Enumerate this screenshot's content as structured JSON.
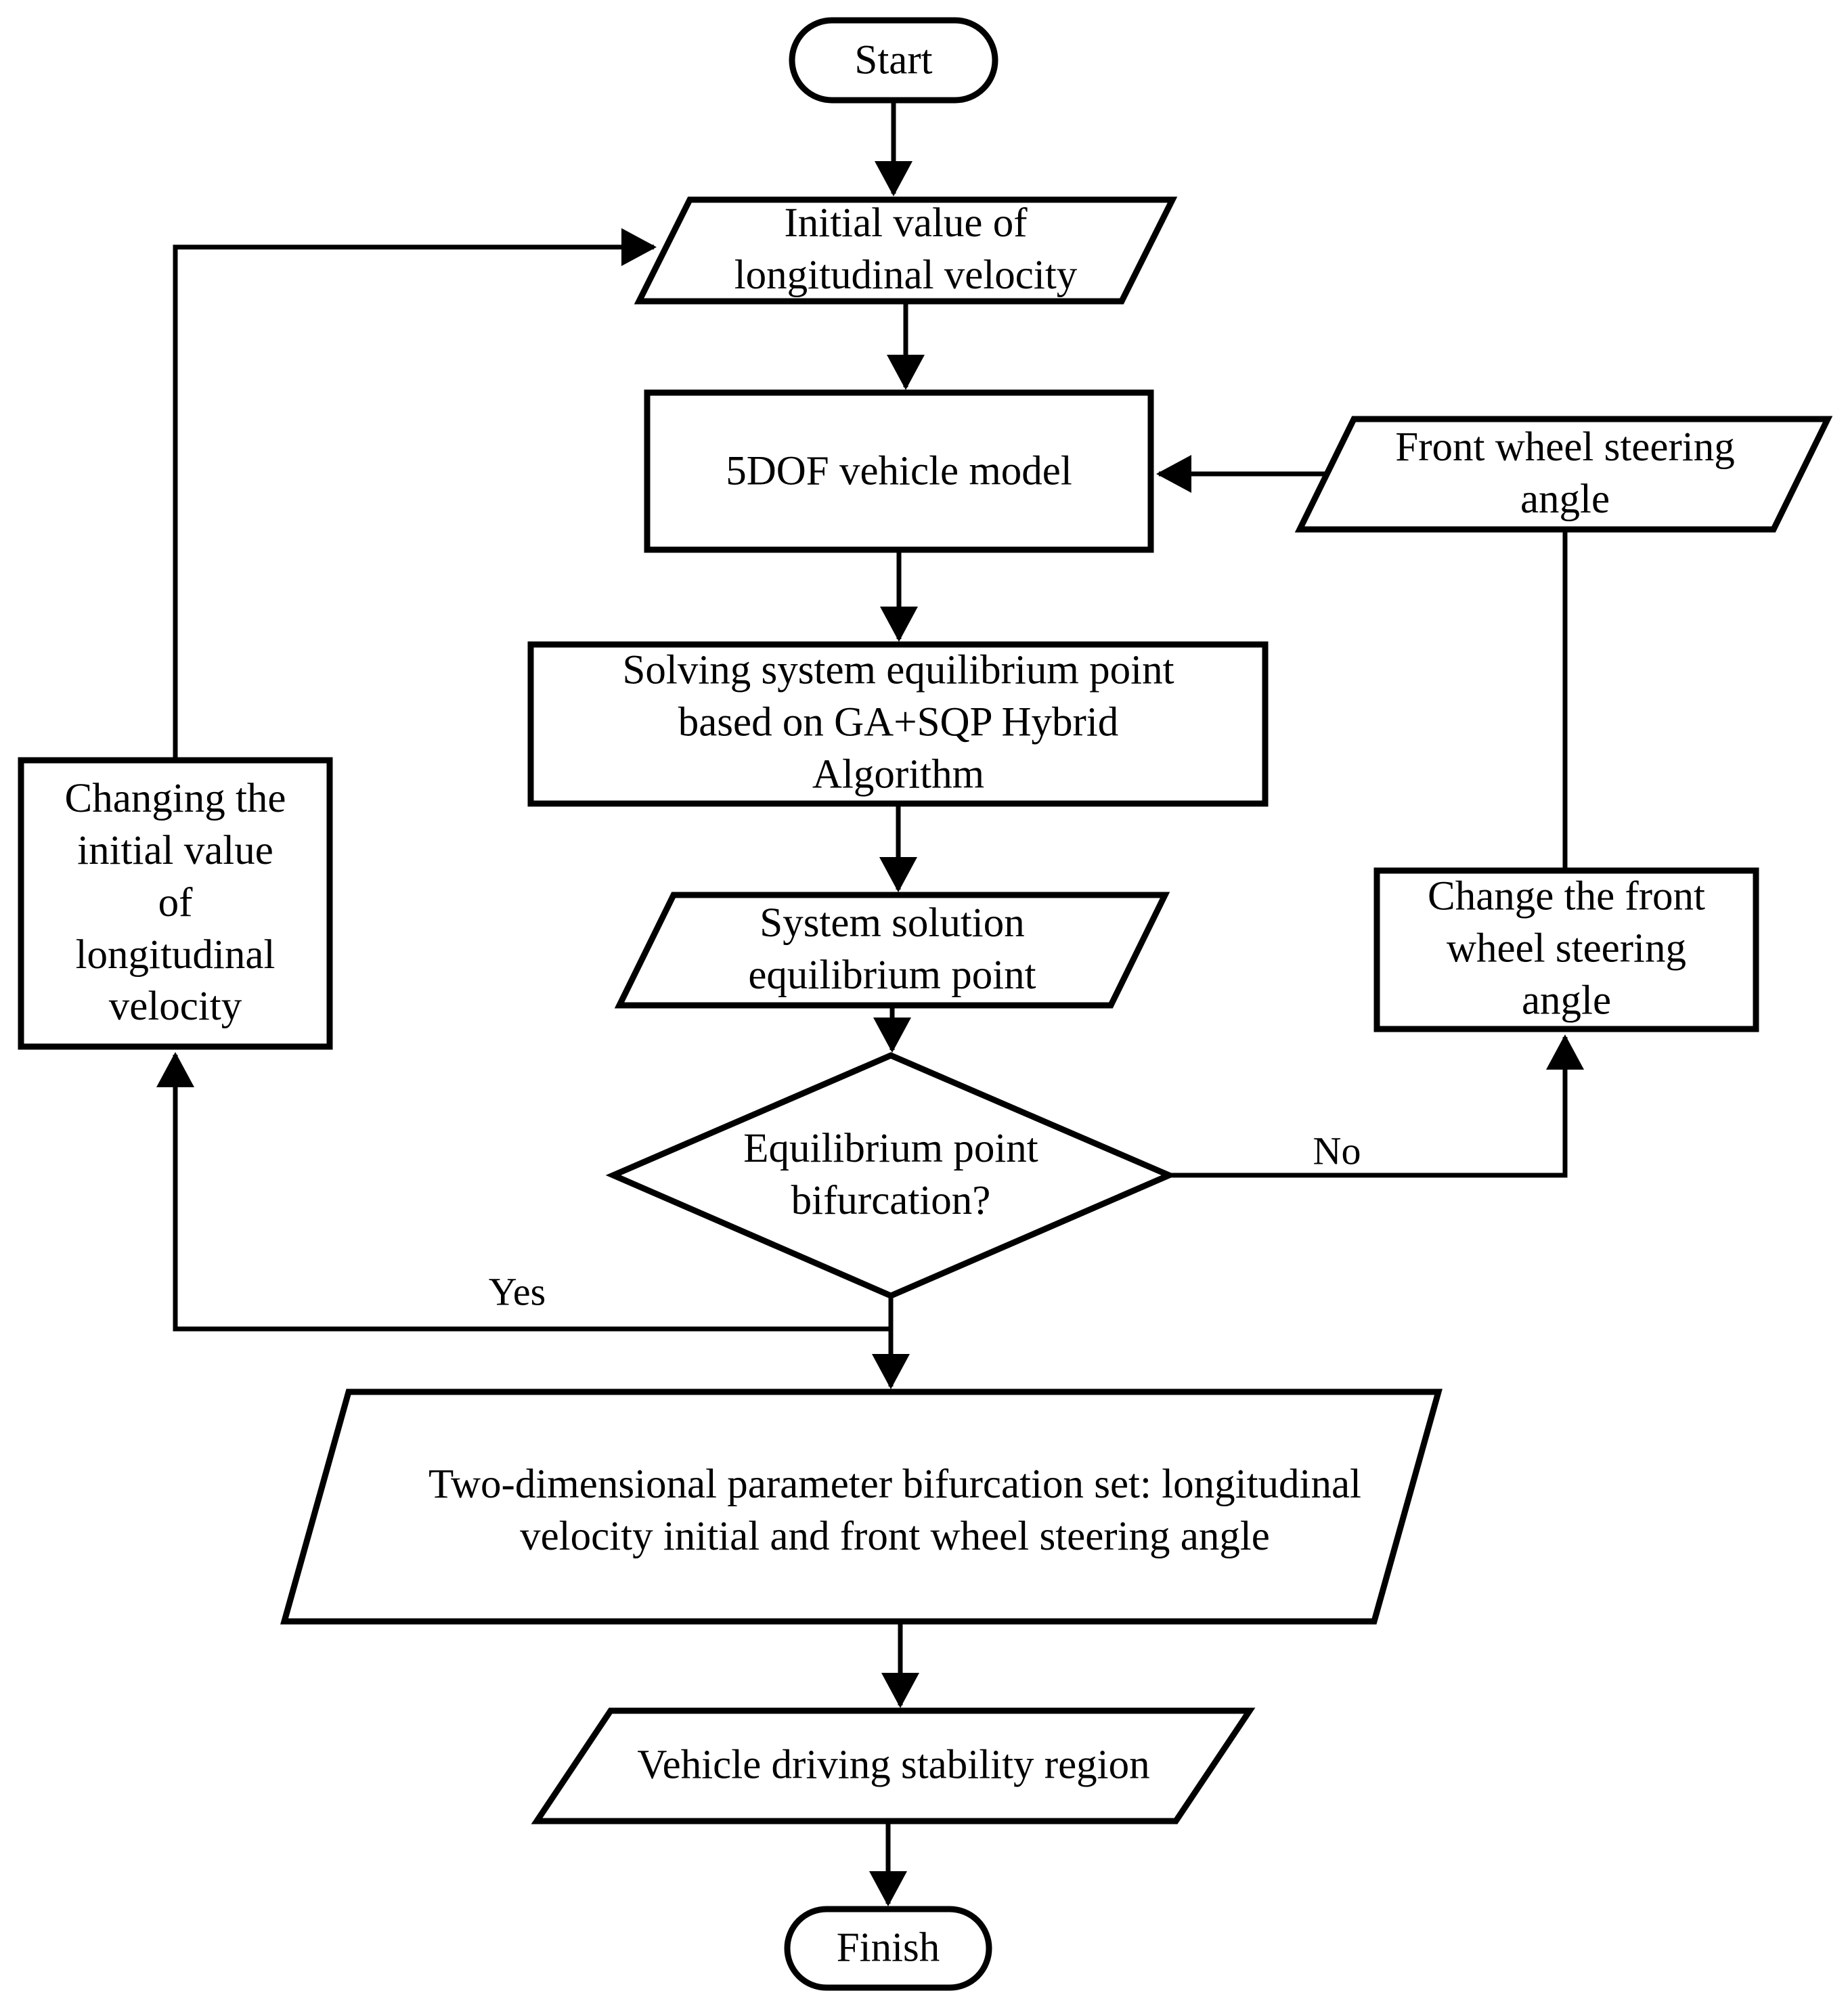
{
  "page": {
    "background_color": "#ffffff",
    "ink_color": "#000000"
  },
  "flowchart": {
    "nodes": {
      "start": {
        "shape": "terminator",
        "label": "Start"
      },
      "initial_velocity": {
        "shape": "data",
        "label": "Initial value of\nlongitudinal velocity"
      },
      "vehicle_model": {
        "shape": "process",
        "label": "5DOF vehicle model"
      },
      "front_wheel_angle": {
        "shape": "data",
        "label": "Front wheel steering\nangle"
      },
      "solve_equilibrium": {
        "shape": "process",
        "label": "Solving system equilibrium point\nbased on GA+SQP Hybrid\nAlgorithm"
      },
      "system_solution": {
        "shape": "data",
        "label": "System solution\nequilibrium point"
      },
      "bifurcation_decision": {
        "shape": "decision",
        "label": "Equilibrium point\nbifurcation?"
      },
      "change_velocity": {
        "shape": "process",
        "label": "Changing the\ninitial value\nof\nlongitudinal\nvelocity"
      },
      "change_steering": {
        "shape": "process",
        "label": "Change the front\nwheel steering\nangle"
      },
      "bifurcation_set": {
        "shape": "data",
        "label": "Two-dimensional parameter bifurcation set: longitudinal\nvelocity initial and front wheel steering angle"
      },
      "stability_region": {
        "shape": "data",
        "label": "Vehicle driving stability region"
      },
      "finish": {
        "shape": "terminator",
        "label": "Finish"
      }
    },
    "edges": {
      "start_to_initial": {
        "from": "start",
        "to": "initial_velocity"
      },
      "initial_to_model": {
        "from": "initial_velocity",
        "to": "vehicle_model"
      },
      "steering_input_to_model": {
        "from": "front_wheel_angle",
        "to": "vehicle_model"
      },
      "model_to_solver": {
        "from": "vehicle_model",
        "to": "solve_equilibrium"
      },
      "solver_to_solution": {
        "from": "solve_equilibrium",
        "to": "system_solution"
      },
      "solution_to_decision": {
        "from": "system_solution",
        "to": "bifurcation_decision"
      },
      "decision_no": {
        "from": "bifurcation_decision",
        "to": "change_steering",
        "label": "No"
      },
      "change_steering_to_input": {
        "from": "change_steering",
        "to": "front_wheel_angle"
      },
      "decision_yes": {
        "from": "bifurcation_decision",
        "to": "change_velocity",
        "label": "Yes"
      },
      "change_velocity_to_initial": {
        "from": "change_velocity",
        "to": "initial_velocity"
      },
      "decision_to_set": {
        "from": "bifurcation_decision",
        "to": "bifurcation_set"
      },
      "set_to_region": {
        "from": "bifurcation_set",
        "to": "stability_region"
      },
      "region_to_finish": {
        "from": "stability_region",
        "to": "finish"
      }
    }
  }
}
